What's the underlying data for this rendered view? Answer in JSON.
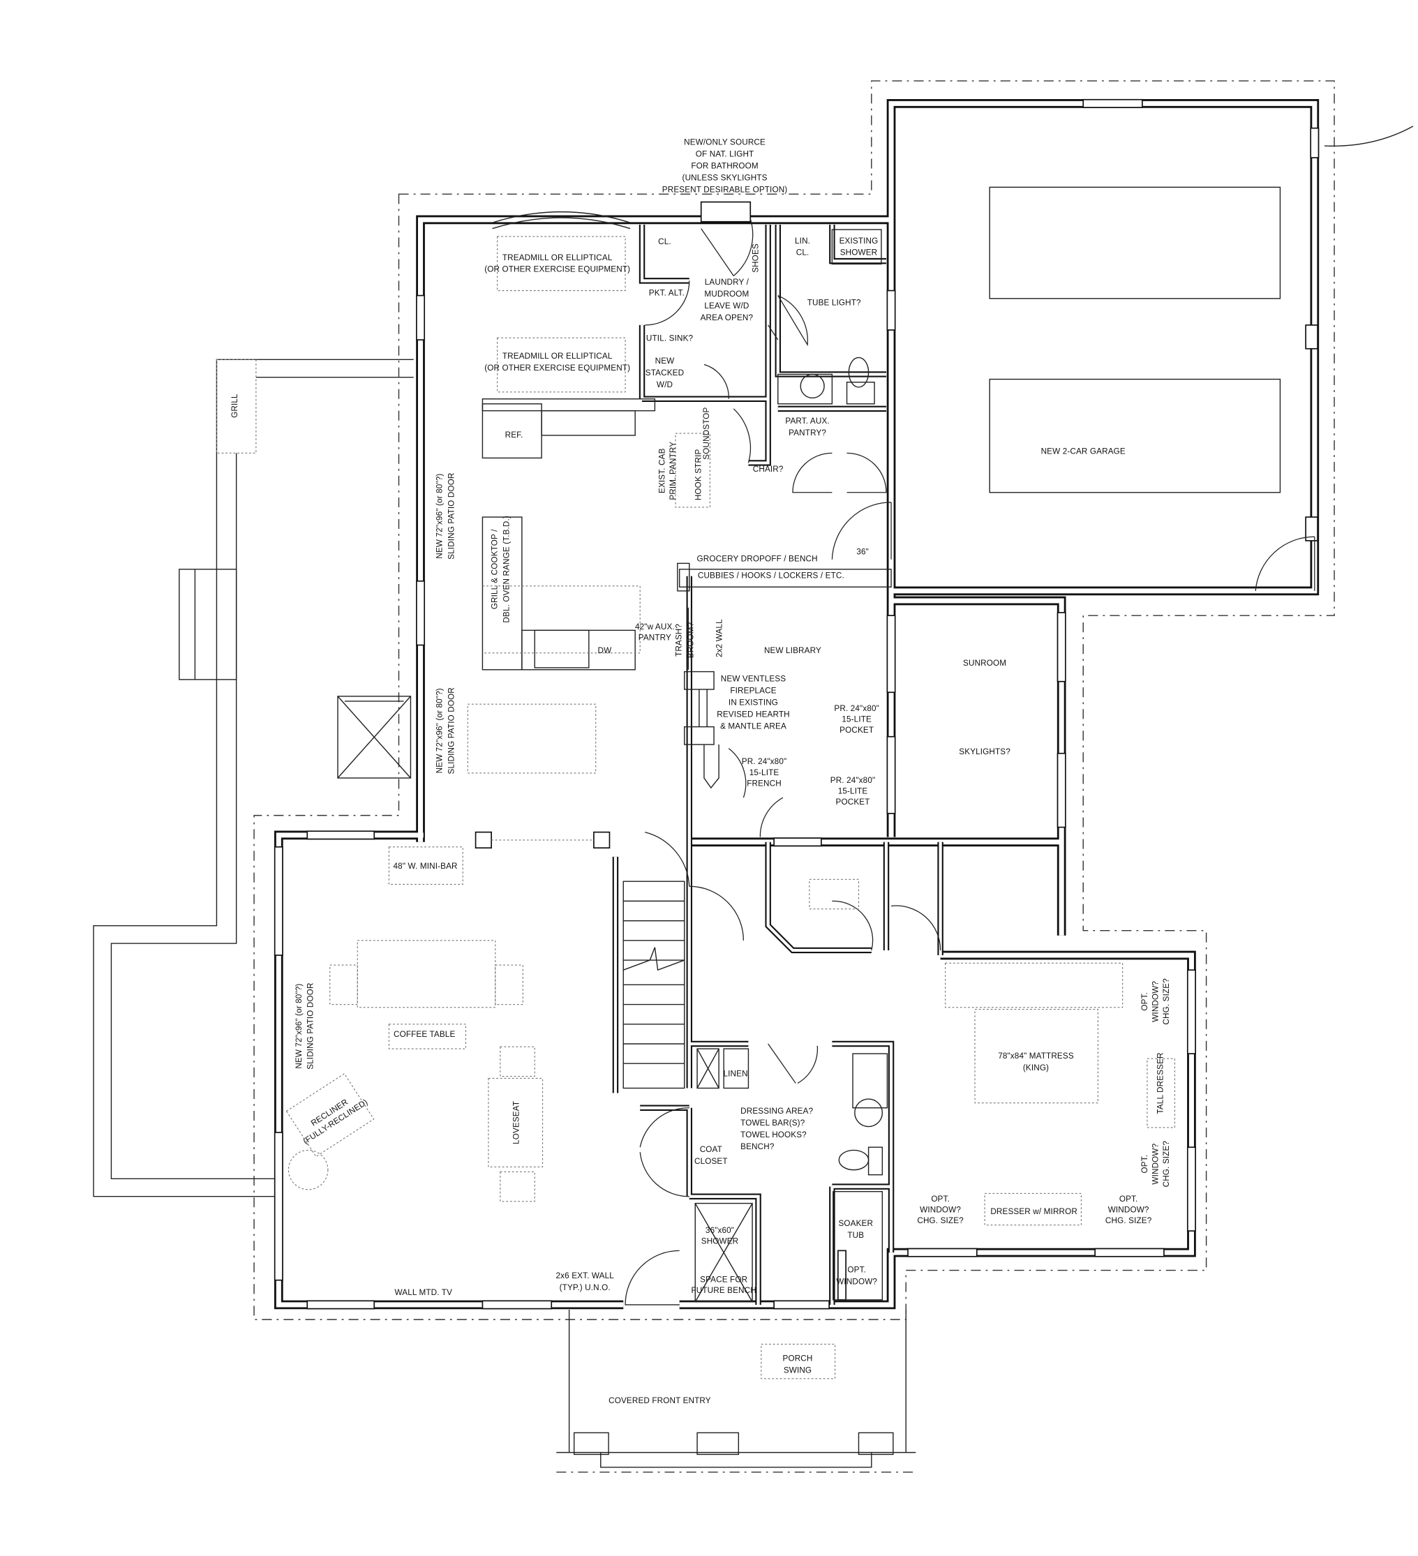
{
  "labels": {
    "bath_light_note": [
      "NEW/ONLY SOURCE",
      "OF NAT. LIGHT",
      "FOR BATHROOM",
      "(UNLESS SKYLIGHTS",
      "PRESENT DESIRABLE OPTION)"
    ],
    "treadmill_1": [
      "TREADMILL OR ELLIPTICAL",
      "(OR OTHER EXERCISE EQUIPMENT)"
    ],
    "treadmill_2": [
      "TREADMILL OR ELLIPTICAL",
      "(OR OTHER EXERCISE EQUIPMENT)"
    ],
    "closet": [
      "CL."
    ],
    "shoes": [
      "SHOES"
    ],
    "laundry": [
      "LAUNDRY /",
      "MUDROOM",
      "LEAVE W/D",
      "AREA OPEN?"
    ],
    "pkt_alt": [
      "PKT. ALT."
    ],
    "lin_cl": [
      "LIN.",
      "CL."
    ],
    "existing_shower": [
      "EXISTING",
      "SHOWER"
    ],
    "tube_light": [
      "TUBE LIGHT?"
    ],
    "util_sink": [
      "UTIL. SINK?"
    ],
    "stacked_wd": [
      "NEW",
      "STACKED",
      "W/D"
    ],
    "ref": [
      "REF."
    ],
    "exist_cab": [
      "EXIST. CAB",
      "PRIM. PANTRY"
    ],
    "soundstop": [
      "SOUNDSTOP"
    ],
    "hook_strip": [
      "HOOK STRIP"
    ],
    "part_aux_pantry": [
      "PART. AUX.",
      "PANTRY?"
    ],
    "chair": [
      "CHAIR?"
    ],
    "grill": [
      "GRILL"
    ],
    "patio_door_1": [
      "NEW 72\"x96\" (or 80\"?)",
      "SLIDING PATIO DOOR"
    ],
    "cooktop": [
      "GRILL & COOKTOP /",
      "DBL. OVEN RANGE (T.B.D.)"
    ],
    "grocery": [
      "GROCERY DROPOFF / BENCH"
    ],
    "cubbies": [
      "CUBBIES / HOOKS / LOCKERS / ETC."
    ],
    "door_36": [
      "36\""
    ],
    "aux_pantry": [
      "42\"w AUX.",
      "PANTRY"
    ],
    "dw": [
      "DW"
    ],
    "trash_broom": [
      "TRASH?",
      "BROOM?"
    ],
    "wall_2x2": [
      "2x2 WALL"
    ],
    "library": [
      "NEW LIBRARY"
    ],
    "fireplace": [
      "NEW VENTLESS",
      "FIREPLACE",
      "IN EXISTING",
      "REVISED HEARTH",
      "& MANTLE AREA"
    ],
    "pocket_1": [
      "PR. 24\"x80\"",
      "15-LITE",
      "POCKET"
    ],
    "french": [
      "PR. 24\"x80\"",
      "15-LITE",
      "FRENCH"
    ],
    "pocket_2": [
      "PR. 24\"x80\"",
      "15-LITE",
      "POCKET"
    ],
    "sunroom": [
      "SUNROOM"
    ],
    "skylights": [
      "SKYLIGHTS?"
    ],
    "patio_door_2": [
      "NEW 72\"x96\" (or 80\"?)",
      "SLIDING PATIO DOOR"
    ],
    "mini_bar": [
      "48\" W. MINI-BAR"
    ],
    "garage": [
      "NEW 2-CAR GARAGE"
    ],
    "coffee_table": [
      "COFFEE TABLE"
    ],
    "patio_door_3": [
      "NEW 72\"x96\" (or 80\"?)",
      "SLIDING PATIO DOOR"
    ],
    "recliner": [
      "RECLINER",
      "(FULLY-RECLINED)"
    ],
    "loveseat": [
      "LOVESEAT"
    ],
    "linen": [
      "LINEN"
    ],
    "coat_closet": [
      "COAT",
      "CLOSET"
    ],
    "dressing": [
      "DRESSING AREA?",
      "TOWEL BAR(S)?",
      "TOWEL HOOKS?",
      "BENCH?"
    ],
    "mattress": [
      "78\"x84\" MATTRESS",
      "(KING)"
    ],
    "opt_window_r1": [
      "OPT.",
      "WINDOW?",
      "CHG. SIZE?"
    ],
    "tall_dresser": [
      "TALL DRESSER"
    ],
    "opt_window_r2": [
      "OPT.",
      "WINDOW?",
      "CHG. SIZE?"
    ],
    "opt_window_b1": [
      "OPT.",
      "WINDOW?",
      "CHG. SIZE?"
    ],
    "dresser_mirror": [
      "DRESSER w/ MIRROR"
    ],
    "opt_window_b2": [
      "OPT.",
      "WINDOW?",
      "CHG. SIZE?"
    ],
    "soaker_tub": [
      "SOAKER",
      "TUB"
    ],
    "tub_window": [
      "OPT.",
      "WINDOW?"
    ],
    "shower": [
      "36\"x60\"",
      "SHOWER"
    ],
    "future_bench": [
      "SPACE FOR",
      "FUTURE BENCH"
    ],
    "ext_wall": [
      "2x6 EXT. WALL",
      "(TYP.) U.N.O."
    ],
    "wall_tv": [
      "WALL MTD. TV"
    ],
    "porch_swing": [
      "PORCH",
      "SWING"
    ],
    "front_entry": [
      "COVERED FRONT ENTRY"
    ]
  },
  "colors": {
    "line": "#111111",
    "background": "#ffffff"
  }
}
